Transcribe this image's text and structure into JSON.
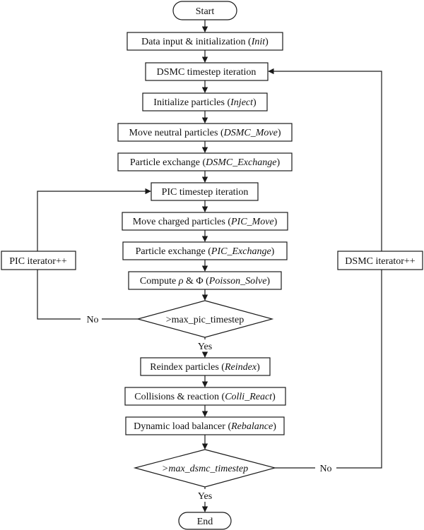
{
  "nodes": {
    "start": {
      "text": "Start"
    },
    "init": {
      "main": "Data input & initialization (",
      "fn": "Init",
      "close": ")"
    },
    "dsmc_iter": {
      "text": "DSMC timestep iteration"
    },
    "inject": {
      "main": "Initialize particles (",
      "fn": "Inject",
      "close": ")"
    },
    "dsmc_move": {
      "main": "Move neutral particles (",
      "fn": "DSMC_Move",
      "close": ")"
    },
    "dsmc_exchange": {
      "main": "Particle exchange (",
      "fn": "DSMC_Exchange",
      "close": ")"
    },
    "pic_iter": {
      "text": "PIC timestep iteration"
    },
    "pic_move": {
      "main": "Move charged particles (",
      "fn": "PIC_Move",
      "close": ")"
    },
    "pic_exchange": {
      "main": "Particle exchange (",
      "fn": "PIC_Exchange",
      "close": ")"
    },
    "poisson": {
      "pre": "Compute ",
      "rho": "ρ",
      "amp": " & ",
      "phi": "Φ",
      "open": " (",
      "fn": "Poisson_Solve",
      "close": ")"
    },
    "pic_decision": {
      "text": ">max_pic_timestep"
    },
    "reindex": {
      "main": "Reindex particles (",
      "fn": "Reindex",
      "close": ")"
    },
    "collisions": {
      "main": "Collisions & reaction (",
      "fn": "Colli_React",
      "close": ")"
    },
    "rebalance": {
      "main": "Dynamic load balancer (",
      "fn": "Rebalance",
      "close": ")"
    },
    "dsmc_decision": {
      "text": ">max_dsmc_timestep"
    },
    "end": {
      "text": "End"
    },
    "pic_counter": {
      "text": "PIC iterator++"
    },
    "dsmc_counter": {
      "text": "DSMC iterator++"
    }
  },
  "edge_labels": {
    "pic_no": "No",
    "pic_yes": "Yes",
    "dsmc_no": "No",
    "dsmc_yes": "Yes"
  }
}
